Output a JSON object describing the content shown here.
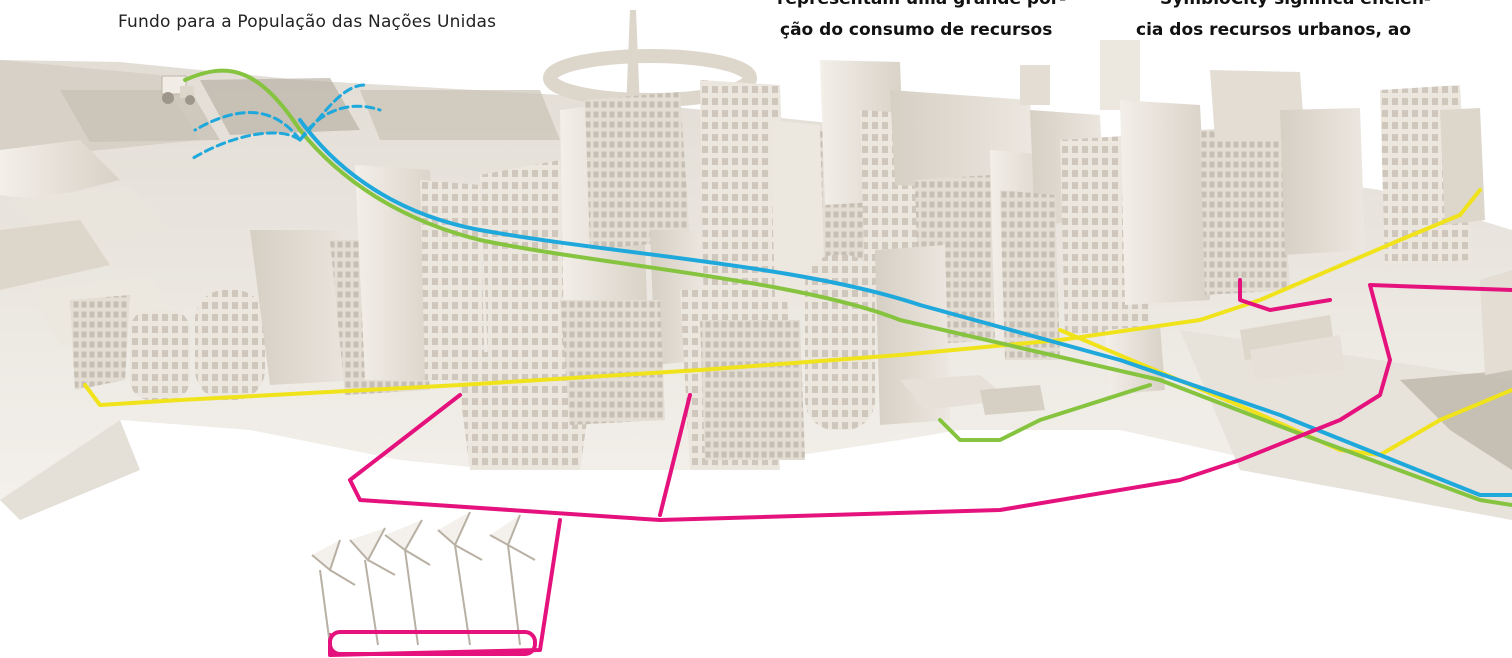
{
  "caption": "Fundo para a População das Nações Unidas",
  "text_columns": {
    "left": {
      "line1": "representam uma grande por-",
      "line2": "ção do consumo de recursos"
    },
    "right": {
      "line1": "SymbioCity significa eficiên-",
      "line2": "cia dos recursos urbanos, ao"
    }
  },
  "colors": {
    "pink": "#e5127d",
    "yellow": "#f0e31b",
    "green": "#86c440",
    "blue": "#1fa8dc",
    "building": "#e9e4dc",
    "building_shade": "#cfc8bd",
    "ground": "#f1eeea"
  }
}
